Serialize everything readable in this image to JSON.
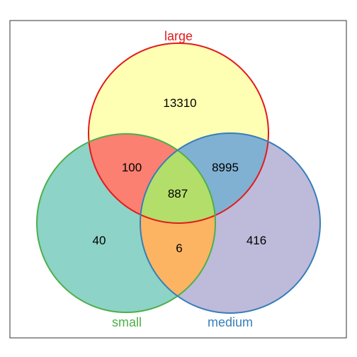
{
  "sets": {
    "large": {
      "label": "large",
      "color": "#E31A1C"
    },
    "small": {
      "label": "small",
      "color": "#4DAF4A"
    },
    "medium": {
      "label": "medium",
      "color": "#377EB8"
    }
  },
  "regions": {
    "large_only": "13310",
    "small_only": "40",
    "medium_only": "416",
    "large_small": "100",
    "large_medium": "8995",
    "small_medium": "6",
    "all": "887"
  },
  "fills": {
    "large_only": "#FFFFB3",
    "small_only": "#8DD3C7",
    "medium_only": "#BEBADA",
    "large_small": "#FB8072",
    "large_medium": "#80B1D3",
    "small_medium": "#FDB462",
    "all": "#B3DE69"
  },
  "frame_color": "#333333"
}
